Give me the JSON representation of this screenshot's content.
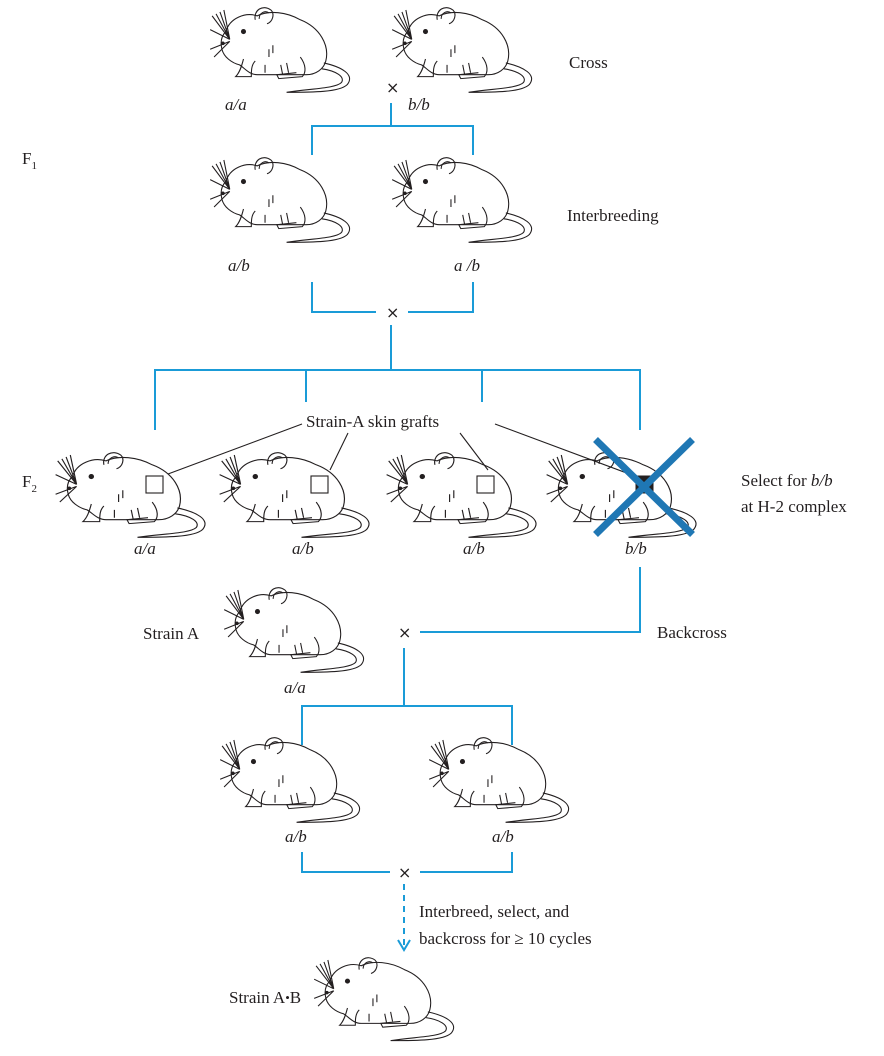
{
  "labels": {
    "cross": "Cross",
    "f1_main": "F",
    "f1_sub": "1",
    "interbreeding": "Interbreeding",
    "skin_grafts": "Strain-A skin grafts",
    "f2_main": "F",
    "f2_sub": "2",
    "select_line1_pre": "Select for ",
    "select_line1_geno": "b/b",
    "select_line2": "at H-2 complex",
    "strain_a": "Strain A",
    "backcross": "Backcross",
    "interbreed_line1": "Interbreed, select, and",
    "interbreed_line2": "backcross for ≥ 10 cycles",
    "strain_ab_pre": "Strain A",
    "strain_ab_dot": "•",
    "strain_ab_post": "B",
    "times": "×"
  },
  "genotypes": {
    "parent_left": "a/a",
    "parent_right": "b/b",
    "f1_left": "a/b",
    "f1_right": "a /b",
    "f2_1": "a/a",
    "f2_2": "a/b",
    "f2_3": "a/b",
    "f2_4": "b/b",
    "strain_a": "a/a",
    "back_left": "a/b",
    "back_right": "a/b"
  },
  "colors": {
    "lines": "#1a9bd7",
    "reject_x": "#1f77b4",
    "ink": "#231f20"
  }
}
